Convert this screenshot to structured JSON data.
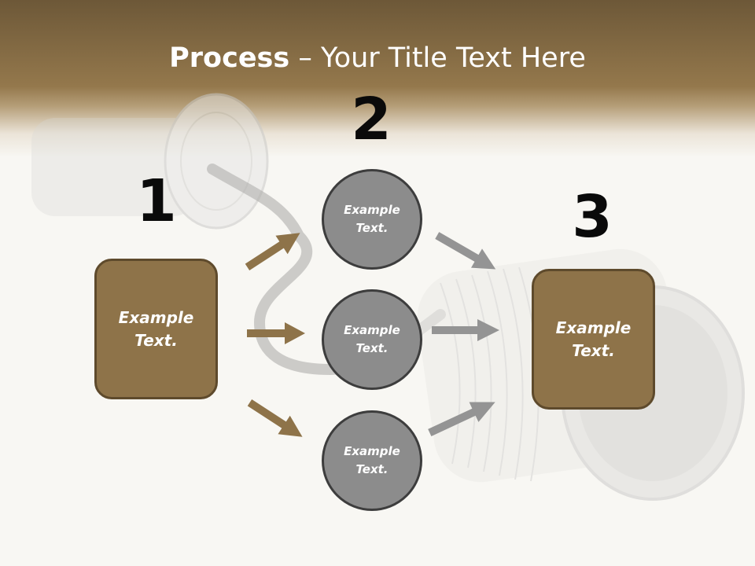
{
  "slide": {
    "title_bold": "Process",
    "title_rest": " – Your Title Text Here"
  },
  "steps": [
    {
      "number": "1",
      "text": "Example Text."
    },
    {
      "number": "2",
      "items": [
        "Example Text.",
        "Example Text.",
        "Example Text."
      ]
    },
    {
      "number": "3",
      "text": "Example Text."
    }
  ],
  "colors": {
    "header_brown": "#94784c",
    "box_fill": "#8e7349",
    "box_border": "#5e4a2c",
    "circle_fill": "#8c8c8c",
    "circle_border": "#3d3d3d",
    "arrow_brown": "#8e7349",
    "arrow_gray": "#949494"
  }
}
